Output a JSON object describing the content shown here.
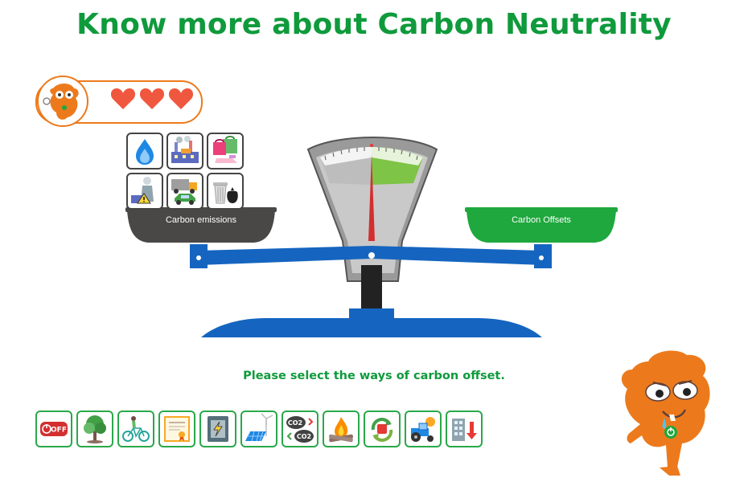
{
  "title": "Know more about Carbon Neutrality",
  "lives": {
    "count": 3,
    "heart_color": "#f0573f"
  },
  "scale": {
    "left_pan_label": "Carbon emissions",
    "right_pan_label": "Carbon Offsets",
    "left_pan_color": "#4a4847",
    "right_pan_color": "#1fa83d",
    "beam_color": "#1565c0"
  },
  "emission_items": [
    {
      "name": "gas-flame"
    },
    {
      "name": "factory"
    },
    {
      "name": "shopping"
    },
    {
      "name": "power-plant"
    },
    {
      "name": "vehicles"
    },
    {
      "name": "garbage"
    }
  ],
  "prompt": "Please select the ways of carbon offset.",
  "offset_options": [
    {
      "name": "switch-off",
      "label": "OFF"
    },
    {
      "name": "plant-tree"
    },
    {
      "name": "cycling"
    },
    {
      "name": "certificate"
    },
    {
      "name": "electric-panel"
    },
    {
      "name": "solar-wind"
    },
    {
      "name": "co2-cycle",
      "label": "CO2"
    },
    {
      "name": "campfire"
    },
    {
      "name": "recycle"
    },
    {
      "name": "tractor"
    },
    {
      "name": "building-reduce"
    }
  ],
  "colors": {
    "brand_green": "#0f9a3c",
    "accent_orange": "#ec7a1c"
  }
}
